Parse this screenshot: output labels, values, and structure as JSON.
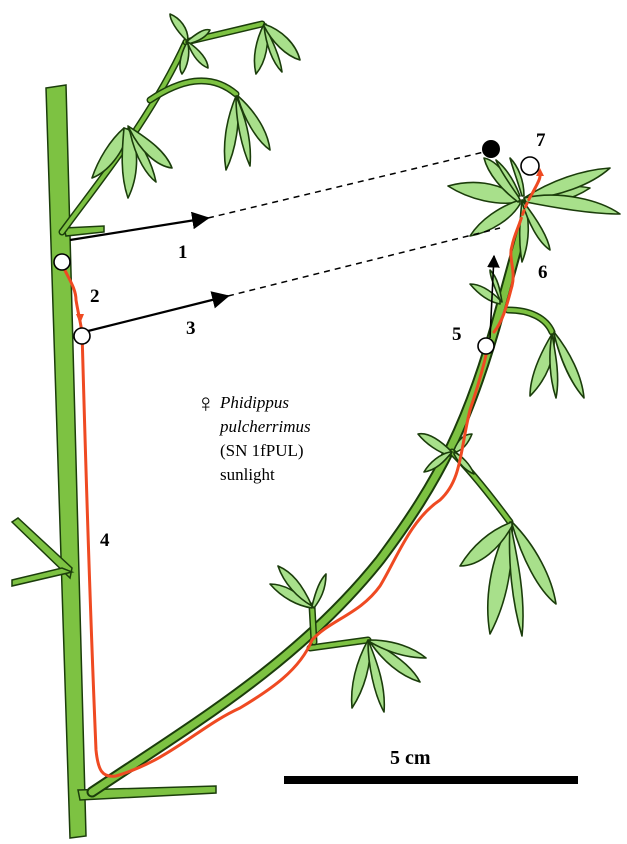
{
  "figure": {
    "species": {
      "name_line1": "Phidippus",
      "name_line2": "pulcherrimus",
      "specimen": "(SN 1fPUL)",
      "condition": "sunlight"
    },
    "steps": [
      "1",
      "2",
      "3",
      "4",
      "5",
      "6",
      "7"
    ],
    "scale_bar": {
      "label": "5 cm"
    },
    "colors": {
      "stem": "#7dc242",
      "leaf": "#a8e08b",
      "outline": "#1b3d0b",
      "spider_path": "#ef4a22",
      "jump_arrows": "#000000"
    },
    "symbols": {
      "female": "♀",
      "start_point": "open-circle",
      "target": "filled-circle"
    }
  }
}
